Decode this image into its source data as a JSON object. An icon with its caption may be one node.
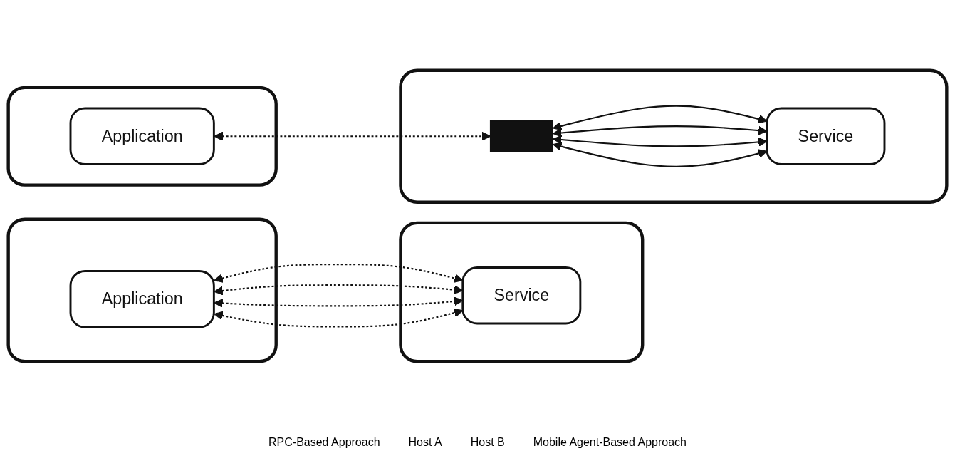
{
  "diagram": {
    "nodes": [
      {
        "text": [],
        "shape": "box"
      },
      {
        "text": [
          "Application"
        ],
        "in": 0
      },
      {
        "text": [],
        "shape": "box"
      },
      {
        "text": [
          "Service"
        ],
        "in": 2
      },
      {
        "text": [],
        "shape": "box"
      },
      {
        "text": [
          "Application"
        ],
        "in": 4
      },
      {
        "text": [],
        "shape": "box"
      },
      {
        "text": [],
        "shape": "bar",
        "in": 6
      },
      {
        "text": [
          "Service"
        ],
        "in": 6
      }
    ],
    "edges": [
      {
        "from": 1,
        "to": 3,
        "arrow": "both",
        "style": "dashed"
      },
      {
        "from": 1,
        "to": 3,
        "arrow": "both",
        "style": "dashed"
      },
      {
        "from": 1,
        "to": 3,
        "arrow": "both",
        "style": "dashed"
      },
      {
        "from": 1,
        "to": 3,
        "arrow": "both",
        "style": "dashed"
      },
      {
        "from": 5,
        "to": 7,
        "arrow": "both",
        "style": "dashed"
      },
      {
        "from": 7,
        "to": 8,
        "arrow": "both"
      },
      {
        "from": 7,
        "to": 8,
        "arrow": "both"
      },
      {
        "from": 7,
        "to": 8,
        "arrow": "both"
      },
      {
        "from": 7,
        "to": 8,
        "arrow": "both"
      }
    ],
    "labels": [
      "RPC-Based Approach",
      "Host A",
      "Host B",
      "Mobile Agent-Based Approach"
    ]
  }
}
